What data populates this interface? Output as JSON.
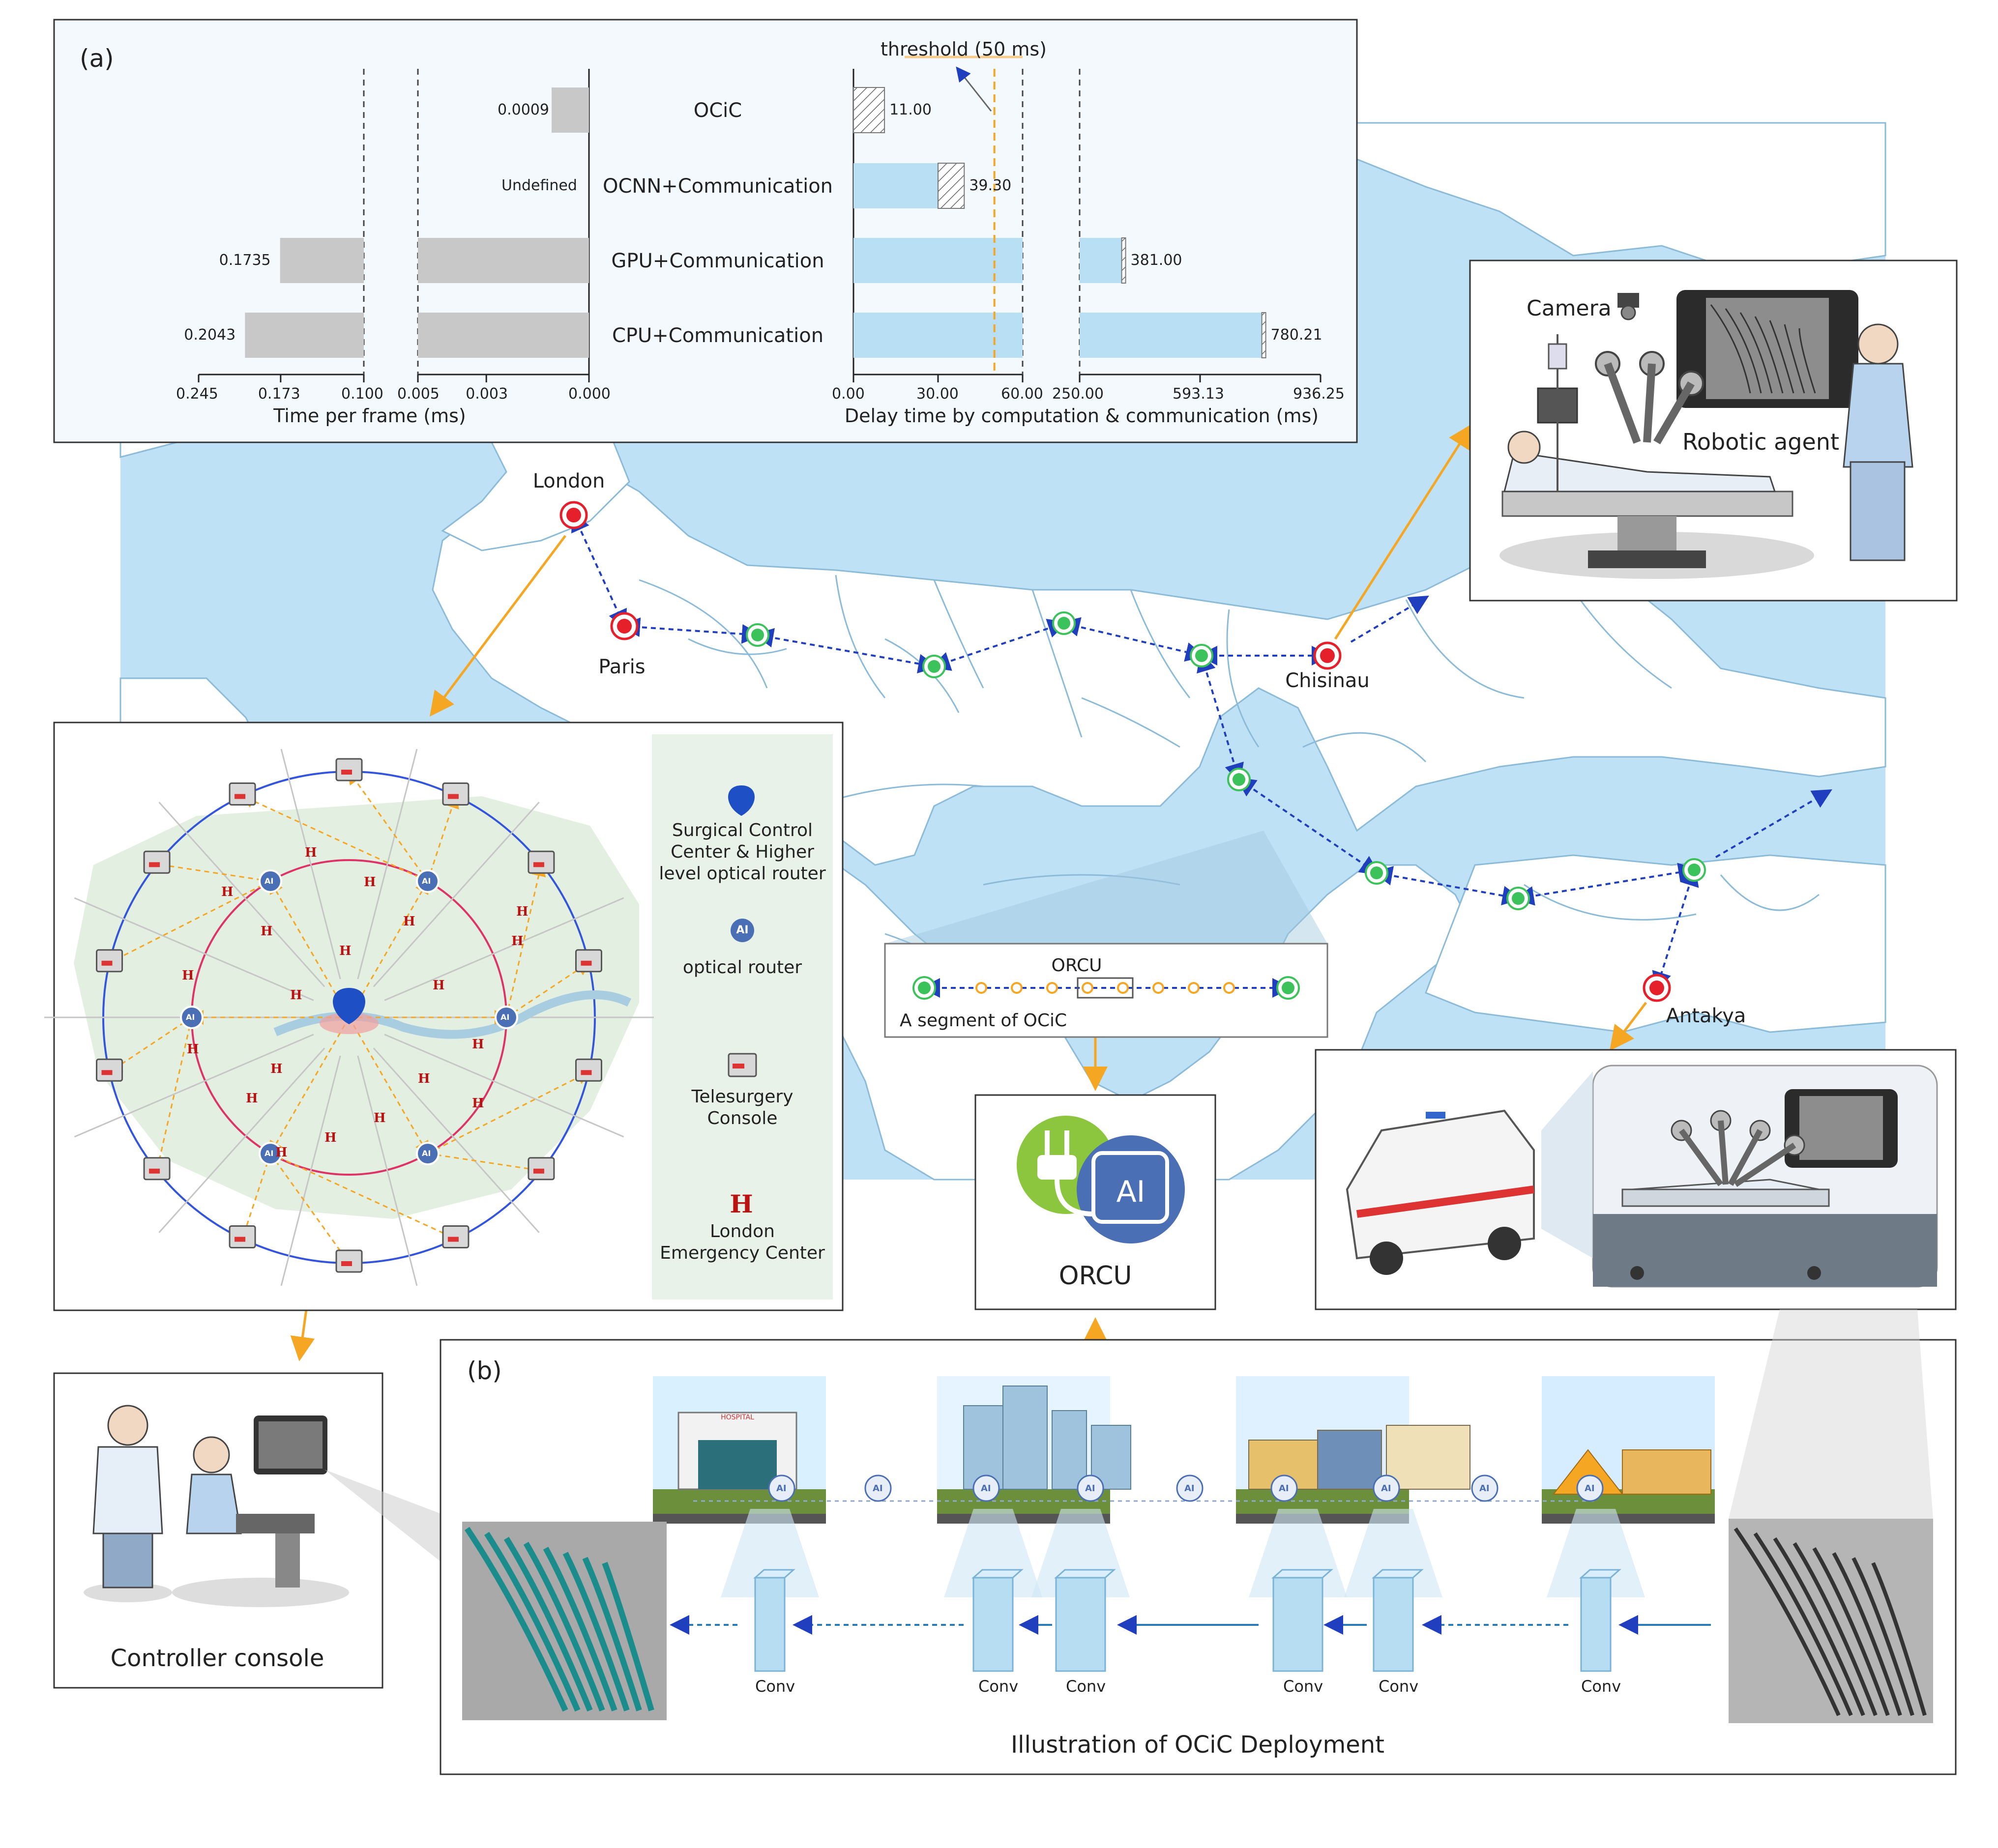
{
  "colors": {
    "sea": "#bfe1f5",
    "land": "#ffffff",
    "border": "#8bbbd8",
    "dashed_link": "#1f3fbf",
    "orange": "#f5a623",
    "city_red": "#e5202a",
    "node_green": "#3cc25a",
    "bar_gray": "#c8c8c8",
    "bar_blue": "#b9dff5",
    "green_panel": "#e9f2e9"
  },
  "panel_a": {
    "label": "(a)",
    "threshold_label": "threshold (50 ms)",
    "left_xlabel": "Time per frame  (ms)",
    "right_xlabel": "Delay time by computation & communication  (ms)"
  },
  "chart_data": [
    {
      "type": "bar",
      "orientation": "horizontal",
      "categories": [
        "OCiC",
        "OCNN+Communication",
        "GPU+Communication",
        "CPU+Communication"
      ],
      "values": [
        0.0009,
        null,
        0.1735,
        0.2043
      ],
      "value_labels": [
        "0.0009",
        "Undefined",
        "0.1735",
        "0.2043"
      ],
      "xlabel": "Time per frame  (ms)",
      "x_ticks_segment1": [
        "0.245",
        "0.173",
        "0.100"
      ],
      "x_ticks_segment2": [
        "0.005",
        "0.003",
        "0.000"
      ],
      "xlim_segment1": [
        0.245,
        0.1
      ],
      "xlim_segment2": [
        0.005,
        0.0
      ],
      "axis_break": true,
      "reversed": true
    },
    {
      "type": "bar",
      "orientation": "horizontal",
      "categories": [
        "OCiC",
        "OCNN+Communication",
        "GPU+Communication",
        "CPU+Communication"
      ],
      "series": [
        {
          "name": "",
          "values": [
            0,
            30.0,
            375,
            774
          ]
        },
        {
          "name": "",
          "values": [
            11.0,
            9.3,
            6.0,
            6.21
          ]
        }
      ],
      "totals": [
        11.0,
        39.3,
        381.0,
        780.21
      ],
      "value_labels": [
        "11.00",
        "39.30",
        "381.00",
        "780.21"
      ],
      "xlabel": "Delay time by computation & communication  (ms)",
      "x_ticks_segment1": [
        "0.00",
        "30.00",
        "60.00"
      ],
      "x_ticks_segment2": [
        "250.00",
        "593.13",
        "936.25"
      ],
      "xlim_segment1": [
        0,
        60
      ],
      "xlim_segment2": [
        250,
        936.25
      ],
      "axis_break": true,
      "threshold": 50
    }
  ],
  "map": {
    "cities": [
      "London",
      "Paris",
      "Chisinau",
      "Antakya"
    ],
    "segment_label": "ORCU",
    "segment_caption": "A segment of OCiC"
  },
  "robot_panel": {
    "camera": "Camera",
    "robot": "Robotic agent"
  },
  "orcu_panel": {
    "title": "ORCU",
    "chip": "AI"
  },
  "london_panel": {
    "legend": [
      {
        "icon": "shield-icon",
        "text": "Surgical Control\nCenter & Higher\nlevel optical router"
      },
      {
        "icon": "ai-router-icon",
        "text": "optical router"
      },
      {
        "icon": "console-icon",
        "text": "Telesurgery\nConsole"
      },
      {
        "icon": "hospital-h-icon",
        "text": "London\nEmergency Center"
      }
    ],
    "h_letter": "H",
    "ai_letter": "AI"
  },
  "controller_panel": {
    "title": "Controller console"
  },
  "panel_b": {
    "label": "(b)",
    "conv_label": "Conv",
    "caption": "Illustration of OCiC Deployment",
    "hospital_sign": "HOSPITAL",
    "ai_letter": "AI"
  }
}
